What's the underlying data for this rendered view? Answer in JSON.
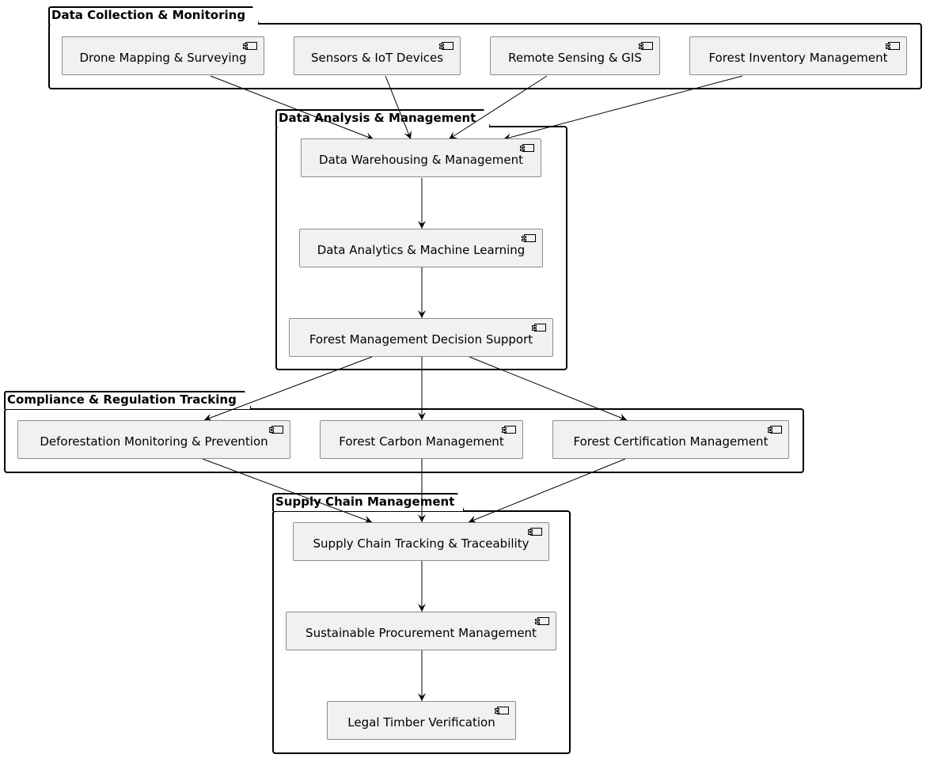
{
  "packages": {
    "collection": {
      "title": "Data Collection & Monitoring"
    },
    "analysis": {
      "title": "Data Analysis & Management"
    },
    "compliance": {
      "title": "Compliance & Regulation Tracking"
    },
    "supply": {
      "title": "Supply Chain Management"
    }
  },
  "components": {
    "drone": {
      "label": "Drone Mapping & Surveying"
    },
    "sensors": {
      "label": "Sensors & IoT Devices"
    },
    "remote": {
      "label": "Remote Sensing & GIS"
    },
    "inventory": {
      "label": "Forest Inventory Management"
    },
    "warehousing": {
      "label": "Data Warehousing & Management"
    },
    "analytics": {
      "label": "Data Analytics & Machine Learning"
    },
    "decision": {
      "label": "Forest Management Decision Support"
    },
    "deforestation": {
      "label": "Deforestation Monitoring & Prevention"
    },
    "carbon": {
      "label": "Forest Carbon Management"
    },
    "certification": {
      "label": "Forest Certification Management"
    },
    "tracking": {
      "label": "Supply Chain Tracking & Traceability"
    },
    "procurement": {
      "label": "Sustainable Procurement Management"
    },
    "legal": {
      "label": "Legal Timber Verification"
    }
  },
  "edges": [
    {
      "from": "drone",
      "to": "warehousing"
    },
    {
      "from": "sensors",
      "to": "warehousing"
    },
    {
      "from": "remote",
      "to": "warehousing"
    },
    {
      "from": "inventory",
      "to": "warehousing"
    },
    {
      "from": "warehousing",
      "to": "analytics"
    },
    {
      "from": "analytics",
      "to": "decision"
    },
    {
      "from": "decision",
      "to": "deforestation"
    },
    {
      "from": "decision",
      "to": "carbon"
    },
    {
      "from": "decision",
      "to": "certification"
    },
    {
      "from": "deforestation",
      "to": "tracking"
    },
    {
      "from": "carbon",
      "to": "tracking"
    },
    {
      "from": "certification",
      "to": "tracking"
    },
    {
      "from": "tracking",
      "to": "procurement"
    },
    {
      "from": "procurement",
      "to": "legal"
    }
  ],
  "colors": {
    "component_fill": "#f1f1f1",
    "component_border": "#8c8c8c",
    "line": "#000000"
  },
  "icons": {
    "component": "uml-component-icon"
  }
}
